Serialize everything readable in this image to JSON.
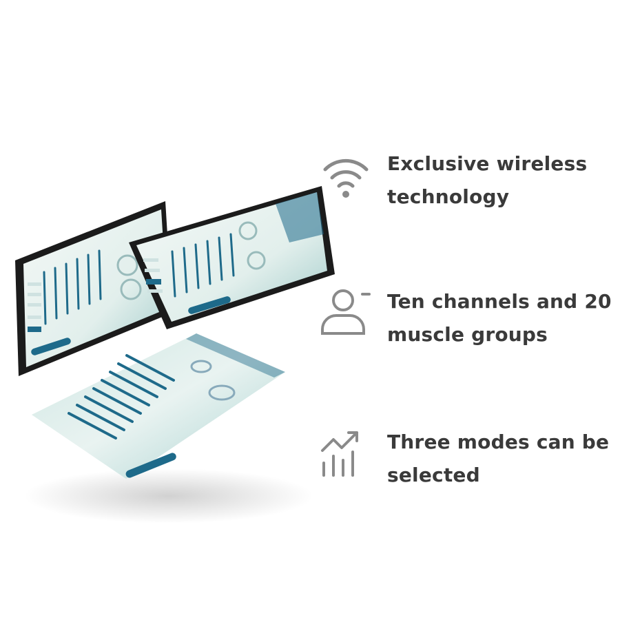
{
  "features": [
    {
      "icon": "wifi-icon",
      "line1": "Exclusive wireless",
      "line2": "technology"
    },
    {
      "icon": "user-minus-icon",
      "line1": "Ten channels and 20",
      "line2": "muscle groups"
    },
    {
      "icon": "growth-chart-icon",
      "line1": "Three modes can be",
      "line2": "selected"
    }
  ],
  "colors": {
    "text": "#3a3a3a",
    "icon": "#8a8a8a",
    "screen_accent": "#1e6a8a",
    "screen_bg": "#d7ece9"
  }
}
